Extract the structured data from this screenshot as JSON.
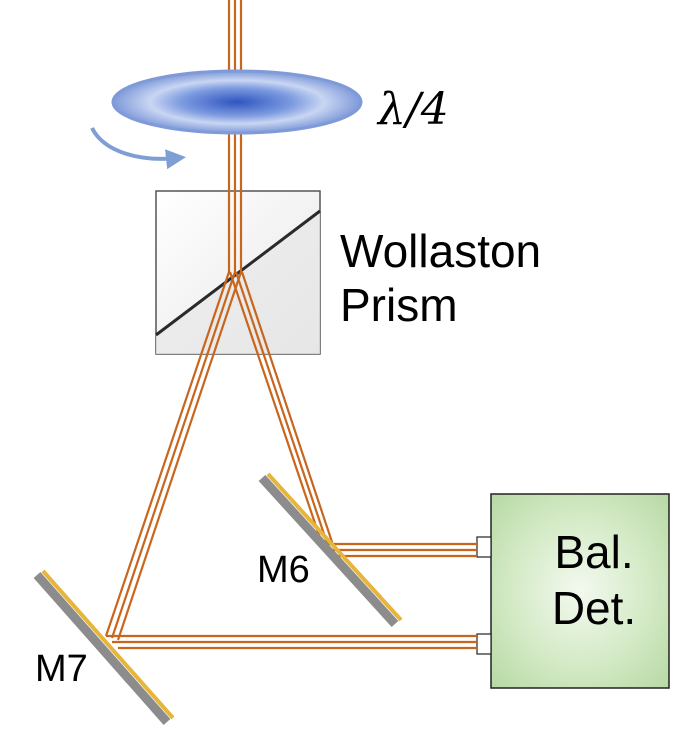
{
  "components": {
    "waveplate": {
      "label": "λ/4"
    },
    "wollaston_prism": {
      "line1": "Wollaston",
      "line2": "Prism"
    },
    "detector": {
      "line1": "Bal.",
      "line2": "Det."
    },
    "mirror_m6": {
      "label": "M6"
    },
    "mirror_m7": {
      "label": "M7"
    }
  },
  "colors": {
    "beam": "#c8661e",
    "mirror": "#e6b53a",
    "waveplate": "#3a64c4",
    "rotation_arrow": "#7f9fd4",
    "detector_fill": "#b7d9a4",
    "prism_border": "#555555"
  }
}
